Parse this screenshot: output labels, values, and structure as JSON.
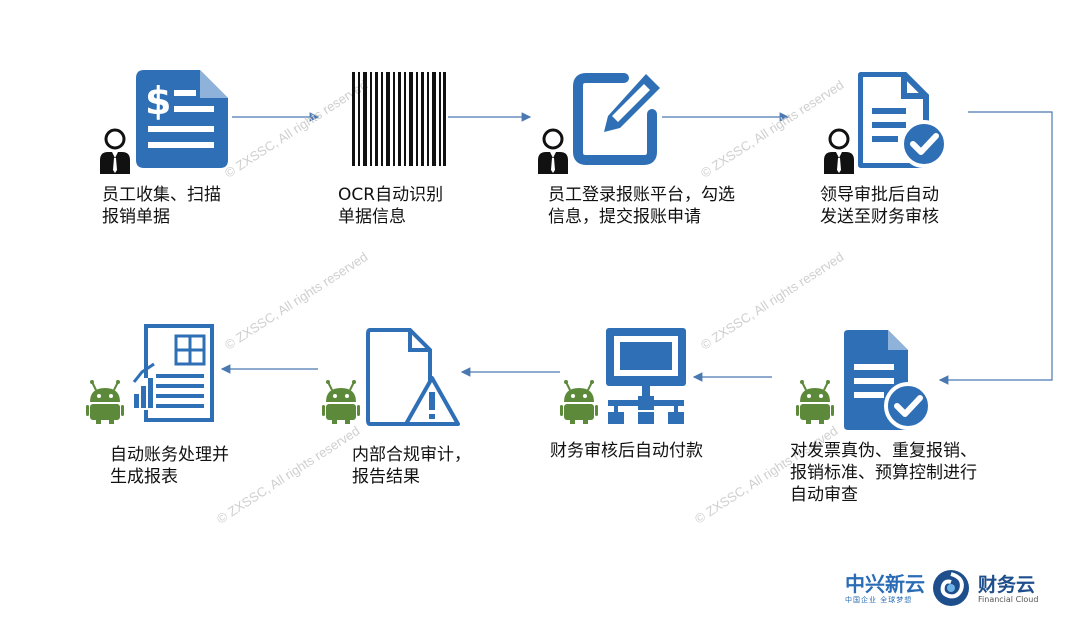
{
  "steps": [
    {
      "label_lines": [
        "员工收集、扫描",
        "报销单据"
      ],
      "icon": "dollar-document-icon",
      "actor": "person-icon"
    },
    {
      "label_lines": [
        "OCR自动识别",
        "单据信息"
      ],
      "icon": "barcode-icon",
      "actor": ""
    },
    {
      "label_lines": [
        "员工登录报账平台，勾选",
        "信息，提交报账申请"
      ],
      "icon": "edit-form-icon",
      "actor": "person-icon"
    },
    {
      "label_lines": [
        "领导审批后自动",
        "发送至财务审核"
      ],
      "icon": "approved-document-icon",
      "actor": "person-icon"
    },
    {
      "label_lines": [
        "对发票真伪、重复报销、",
        "报销标准、预算控制进行",
        "自动审查"
      ],
      "icon": "approved-file-icon",
      "actor": "robot-icon"
    },
    {
      "label_lines": [
        "财务审核后自动付款"
      ],
      "icon": "network-computer-icon",
      "actor": "robot-icon"
    },
    {
      "label_lines": [
        "内部合规审计，",
        "报告结果"
      ],
      "icon": "warning-document-icon",
      "actor": "robot-icon"
    },
    {
      "label_lines": [
        "自动账务处理并",
        "生成报表"
      ],
      "icon": "report-chart-icon",
      "actor": "robot-icon"
    }
  ],
  "watermark": "© ZXSSC, All rights reserved",
  "logo": {
    "brand": "中兴新云",
    "brand_sub": "中国企业 全球梦想",
    "product": "财务云",
    "product_sub": "Financial Cloud"
  },
  "colors": {
    "icon_blue": "#2f6fb6",
    "robot_green": "#5d8a3a",
    "arrow": "#4a78b0",
    "person": "#111111"
  }
}
